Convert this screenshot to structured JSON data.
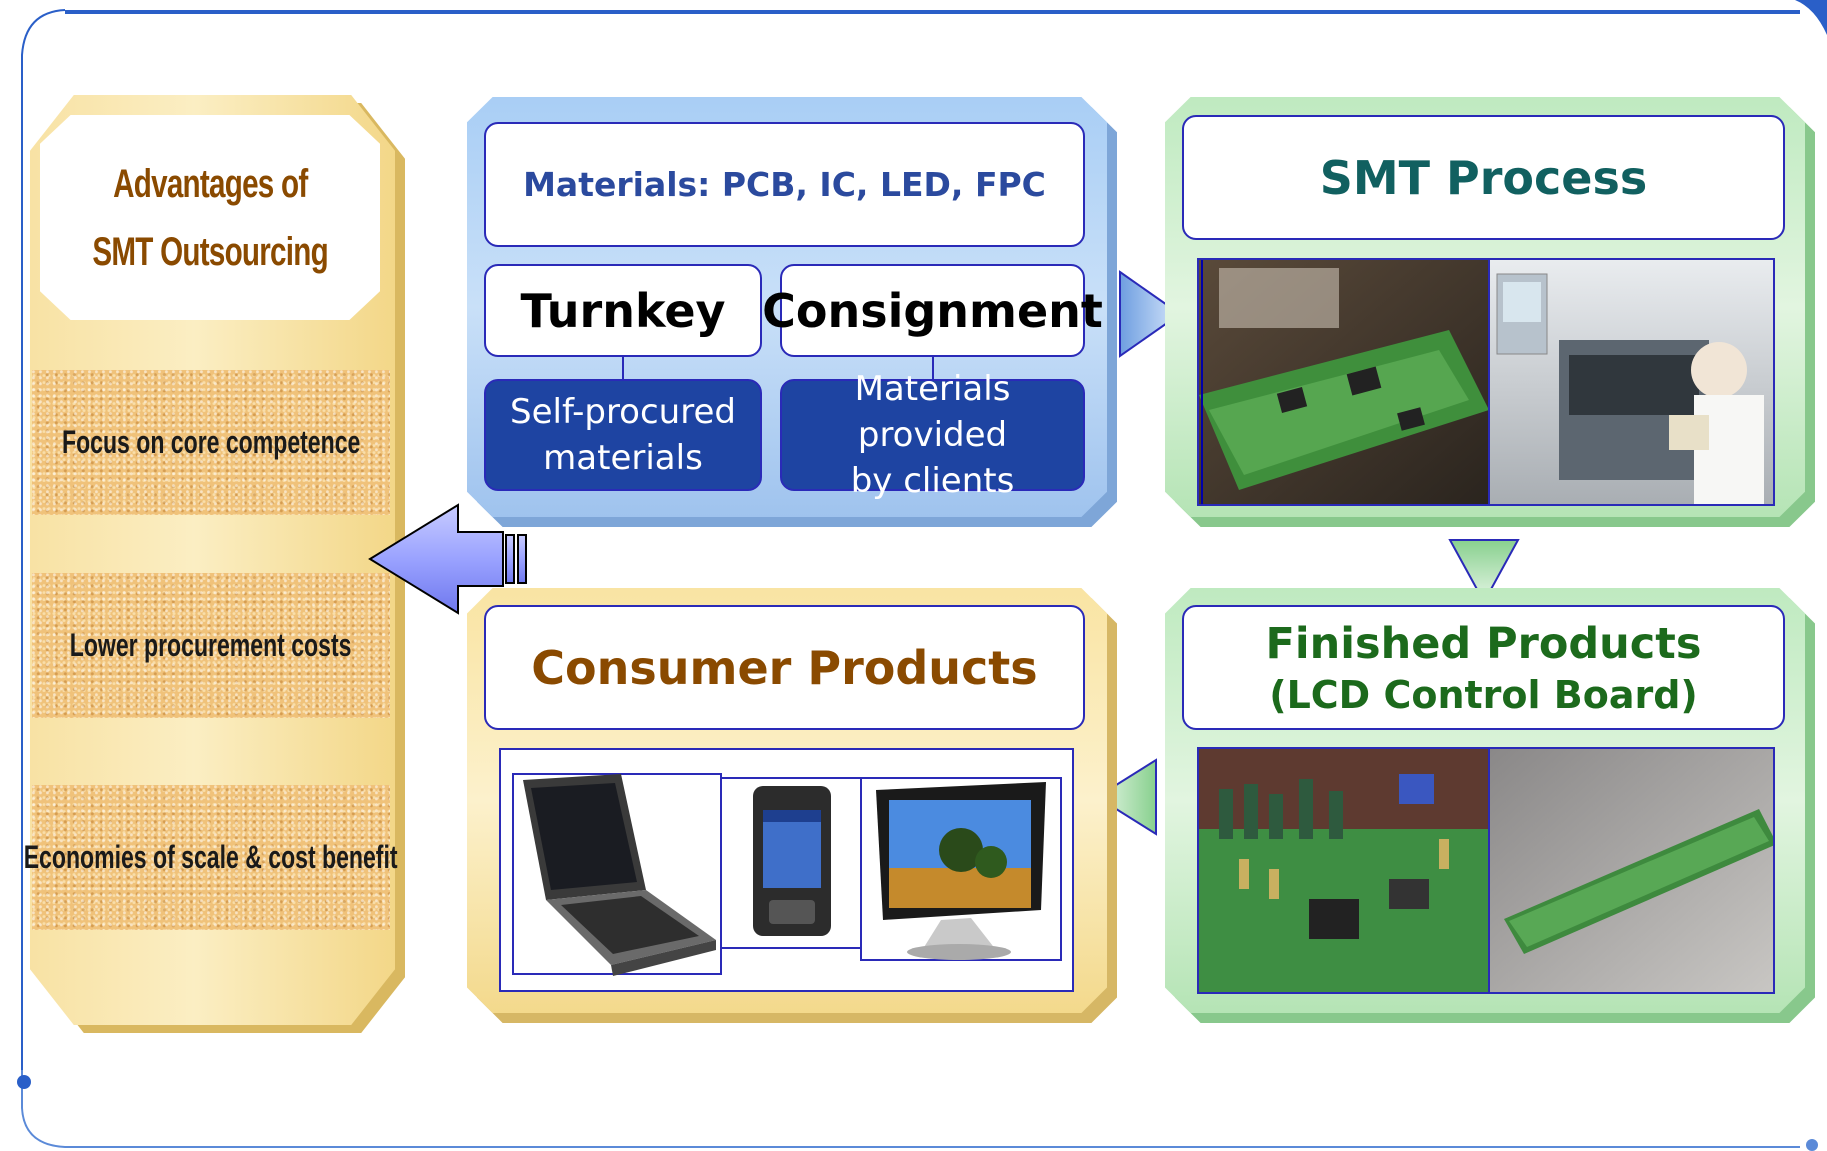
{
  "advantages": {
    "title_line1": "Advantages of",
    "title_line2": "SMT Outsourcing",
    "items": [
      "Focus on core competence",
      "Lower procurement costs",
      "Economies of scale & cost benefit"
    ]
  },
  "materials": {
    "title": "Materials: PCB, IC, LED, FPC",
    "turnkey": {
      "label": "Turnkey",
      "desc_line1": "Self-procured",
      "desc_line2": "materials"
    },
    "consignment": {
      "label": "Consignment",
      "desc_line1": "Materials provided",
      "desc_line2": "by clients"
    }
  },
  "smt": {
    "title": "SMT Process"
  },
  "finished": {
    "title": "Finished Products",
    "subtitle": "(LCD Control Board)"
  },
  "consumer": {
    "title": "Consumer Products"
  },
  "colors": {
    "blue_panel": "#a9cef5",
    "green_panel": "#bfeac0",
    "yellow_panel": "#f9e4a3",
    "dark_blue": "#1e44a2",
    "outline": "#2a2ab8"
  }
}
